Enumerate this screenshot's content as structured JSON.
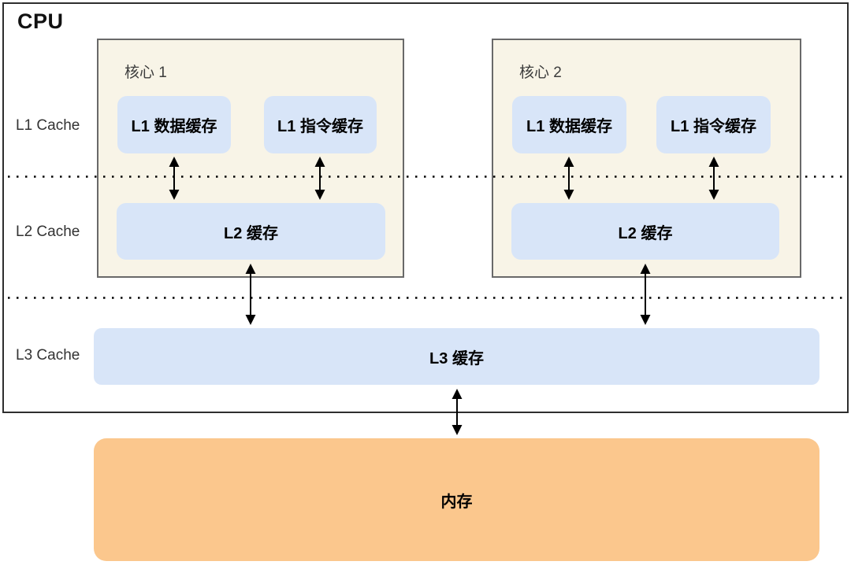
{
  "title": "CPU",
  "colors": {
    "core_fill": "#f8f4e7",
    "cache_fill": "#d8e5f8",
    "memory_fill": "#fbc78d",
    "core_border": "#696969",
    "cpu_border": "#2e2e2e",
    "arrow": "#000000"
  },
  "side_labels": [
    {
      "label": "L1 Cache"
    },
    {
      "label": "L2 Cache"
    },
    {
      "label": "L3 Cache"
    }
  ],
  "cores": [
    {
      "name": "核心 1",
      "l1_data": "L1 数据缓存",
      "l1_instr": "L1 指令缓存",
      "l2": "L2 缓存"
    },
    {
      "name": "核心 2",
      "l1_data": "L1 数据缓存",
      "l1_instr": "L1 指令缓存",
      "l2": "L2 缓存"
    }
  ],
  "l3": {
    "label": "L3 缓存"
  },
  "memory": {
    "label": "内存"
  },
  "diagram": {
    "type": "cpu-cache-hierarchy",
    "levels": [
      "L1",
      "L2",
      "L3",
      "Memory"
    ],
    "connections": [
      "core1.l1_data <-> core1.l2",
      "core1.l1_instr <-> core1.l2",
      "core2.l1_data <-> core2.l2",
      "core2.l1_instr <-> core2.l2",
      "core1.l2 <-> l3",
      "core2.l2 <-> l3",
      "l3 <-> memory"
    ]
  }
}
